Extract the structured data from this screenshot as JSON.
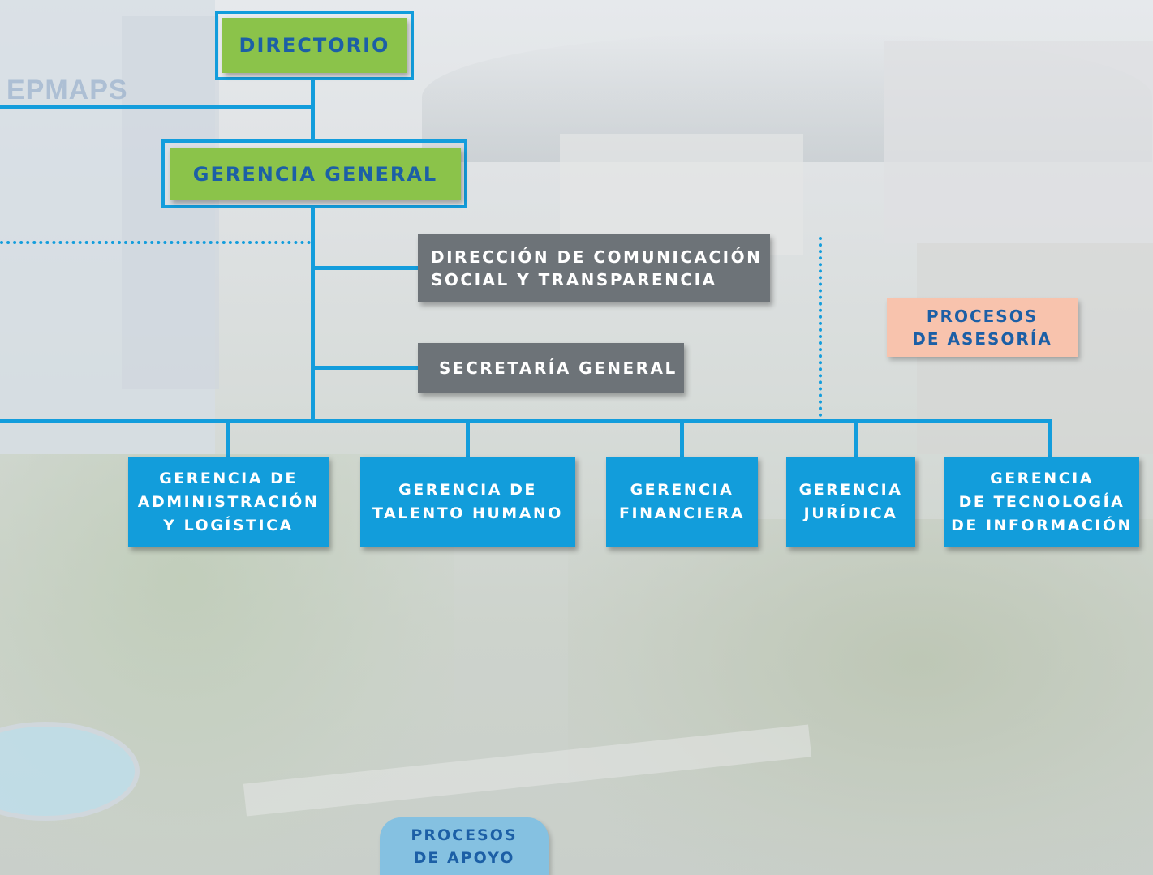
{
  "background": {
    "logo_text": "EPMAPS"
  },
  "nodes": {
    "directorio": "DIRECTORIO",
    "gerencia_general": "GERENCIA GENERAL",
    "comunicacion": "DIRECCIÓN DE COMUNICACIÓN\nSOCIAL Y TRANSPARENCIA",
    "secretaria": "SECRETARÍA GENERAL",
    "procesos_asesoria": "PROCESOS\nDE ASESORÍA",
    "gerencias": [
      "GERENCIA DE\nADMINISTRACIÓN\nY LOGÍSTICA",
      "GERENCIA DE\nTALENTO HUMANO",
      "GERENCIA\nFINANCIERA",
      "GERENCIA\nJURÍDICA",
      "GERENCIA\nDE TECNOLOGÍA\nDE INFORMACIÓN"
    ],
    "procesos_apoyo": "PROCESOS\nDE APOYO"
  },
  "colors": {
    "connector": "#139ddc",
    "green_box": "#8bc34a",
    "gray_box": "#6d7378",
    "blue_box": "#129ddb",
    "salmon_box": "#f8c3ad",
    "pill": "#85c1e1",
    "title_text": "#1c5fa6"
  }
}
